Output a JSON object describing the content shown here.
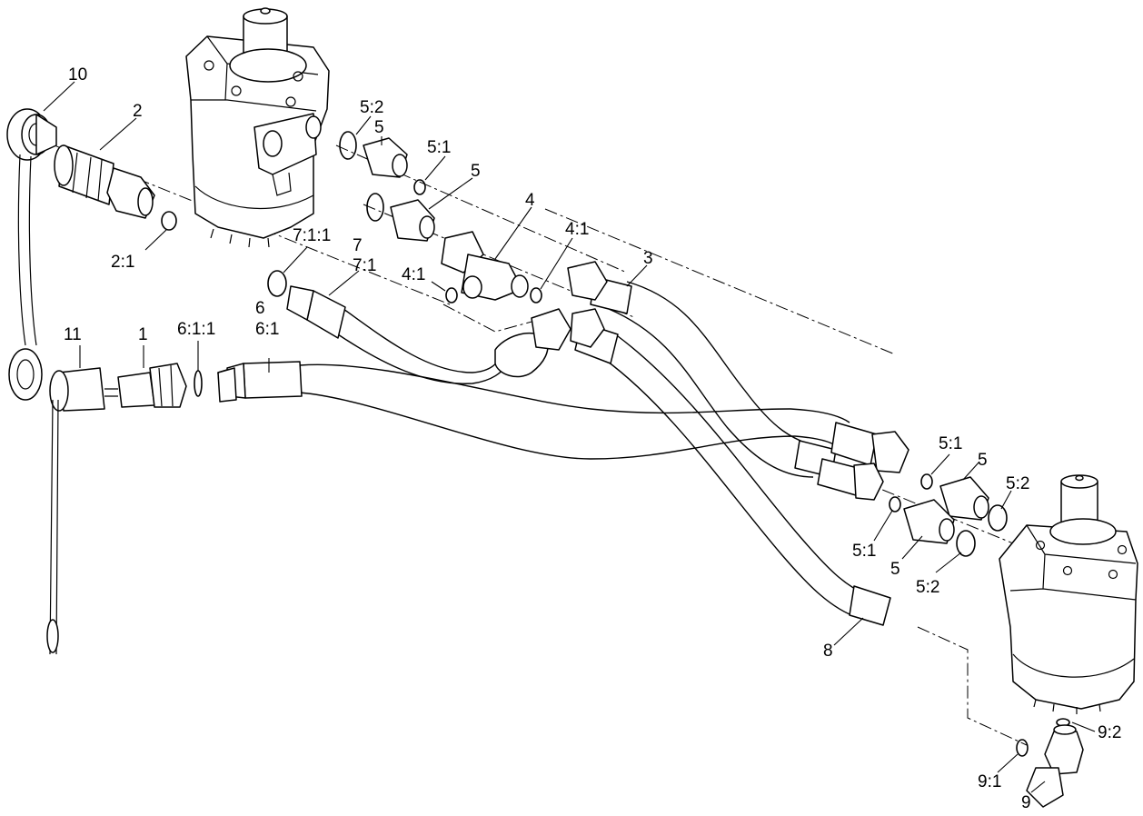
{
  "labels": {
    "p10": "10",
    "p2": "2",
    "p2_1": "2:1",
    "p11": "11",
    "p1": "1",
    "p6_1_1": "6:1:1",
    "p6": "6",
    "p6_1": "6:1",
    "p7_1_1": "7:1:1",
    "p7": "7",
    "p7_1": "7:1",
    "p5_2_top": "5:2",
    "p5_top": "5",
    "p5_1_top": "5:1",
    "p5_mid": "5",
    "p4": "4",
    "p4_1_right": "4:1",
    "p4_1_left": "4:1",
    "p3": "3",
    "p5_1_right_upper": "5:1",
    "p5_right_upper": "5",
    "p5_2_right_upper": "5:2",
    "p5_1_right_lower": "5:1",
    "p5_right_lower": "5",
    "p5_2_right_lower": "5:2",
    "p8": "8",
    "p9_2": "9:2",
    "p9_1": "9:1",
    "p9": "9"
  },
  "colors": {
    "line": "#000000",
    "background": "#ffffff"
  }
}
